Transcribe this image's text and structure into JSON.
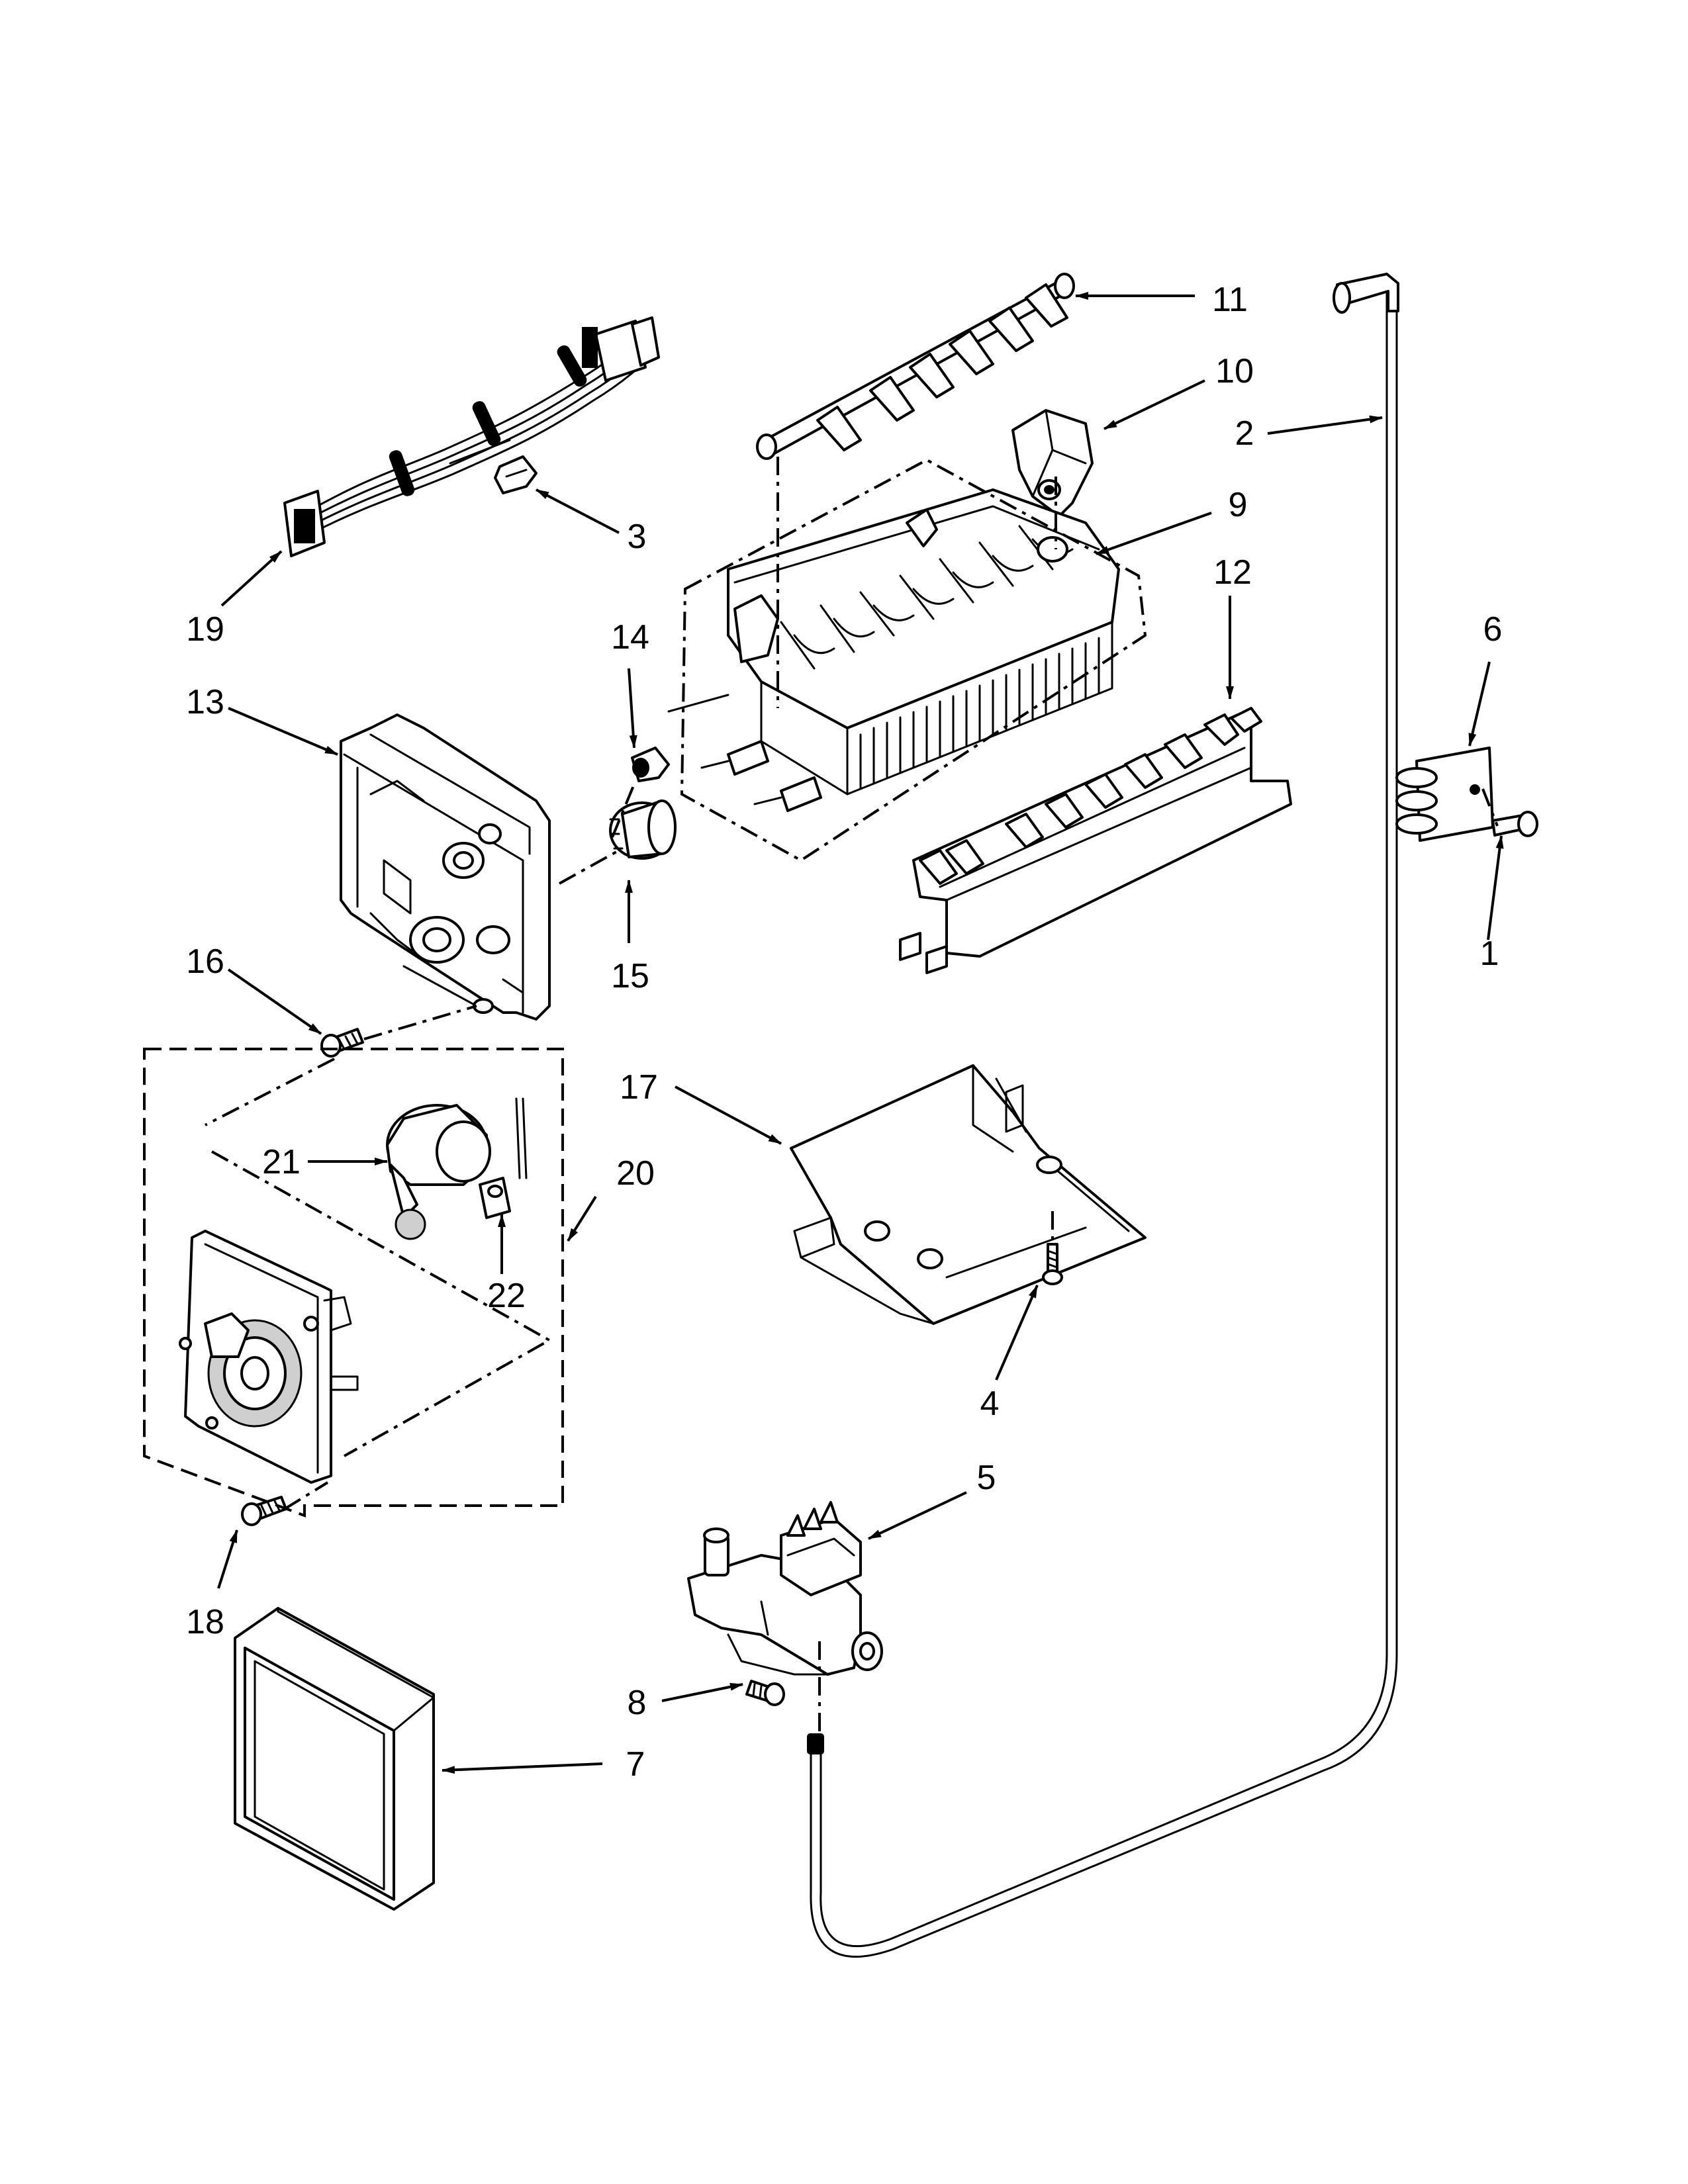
{
  "diagram": {
    "callouts": [
      {
        "id": "c1",
        "text": "1"
      },
      {
        "id": "c2",
        "text": "2"
      },
      {
        "id": "c3",
        "text": "3"
      },
      {
        "id": "c4",
        "text": "4"
      },
      {
        "id": "c5",
        "text": "5"
      },
      {
        "id": "c6",
        "text": "6"
      },
      {
        "id": "c7",
        "text": "7"
      },
      {
        "id": "c8",
        "text": "8"
      },
      {
        "id": "c9",
        "text": "9"
      },
      {
        "id": "c10",
        "text": "10"
      },
      {
        "id": "c11",
        "text": "11"
      },
      {
        "id": "c12",
        "text": "12"
      },
      {
        "id": "c13",
        "text": "13"
      },
      {
        "id": "c14",
        "text": "14"
      },
      {
        "id": "c15",
        "text": "15"
      },
      {
        "id": "c16",
        "text": "16"
      },
      {
        "id": "c17",
        "text": "17"
      },
      {
        "id": "c18",
        "text": "18"
      },
      {
        "id": "c19",
        "text": "19"
      },
      {
        "id": "c20",
        "text": "20"
      },
      {
        "id": "c21",
        "text": "21"
      },
      {
        "id": "c22",
        "text": "22"
      }
    ]
  }
}
